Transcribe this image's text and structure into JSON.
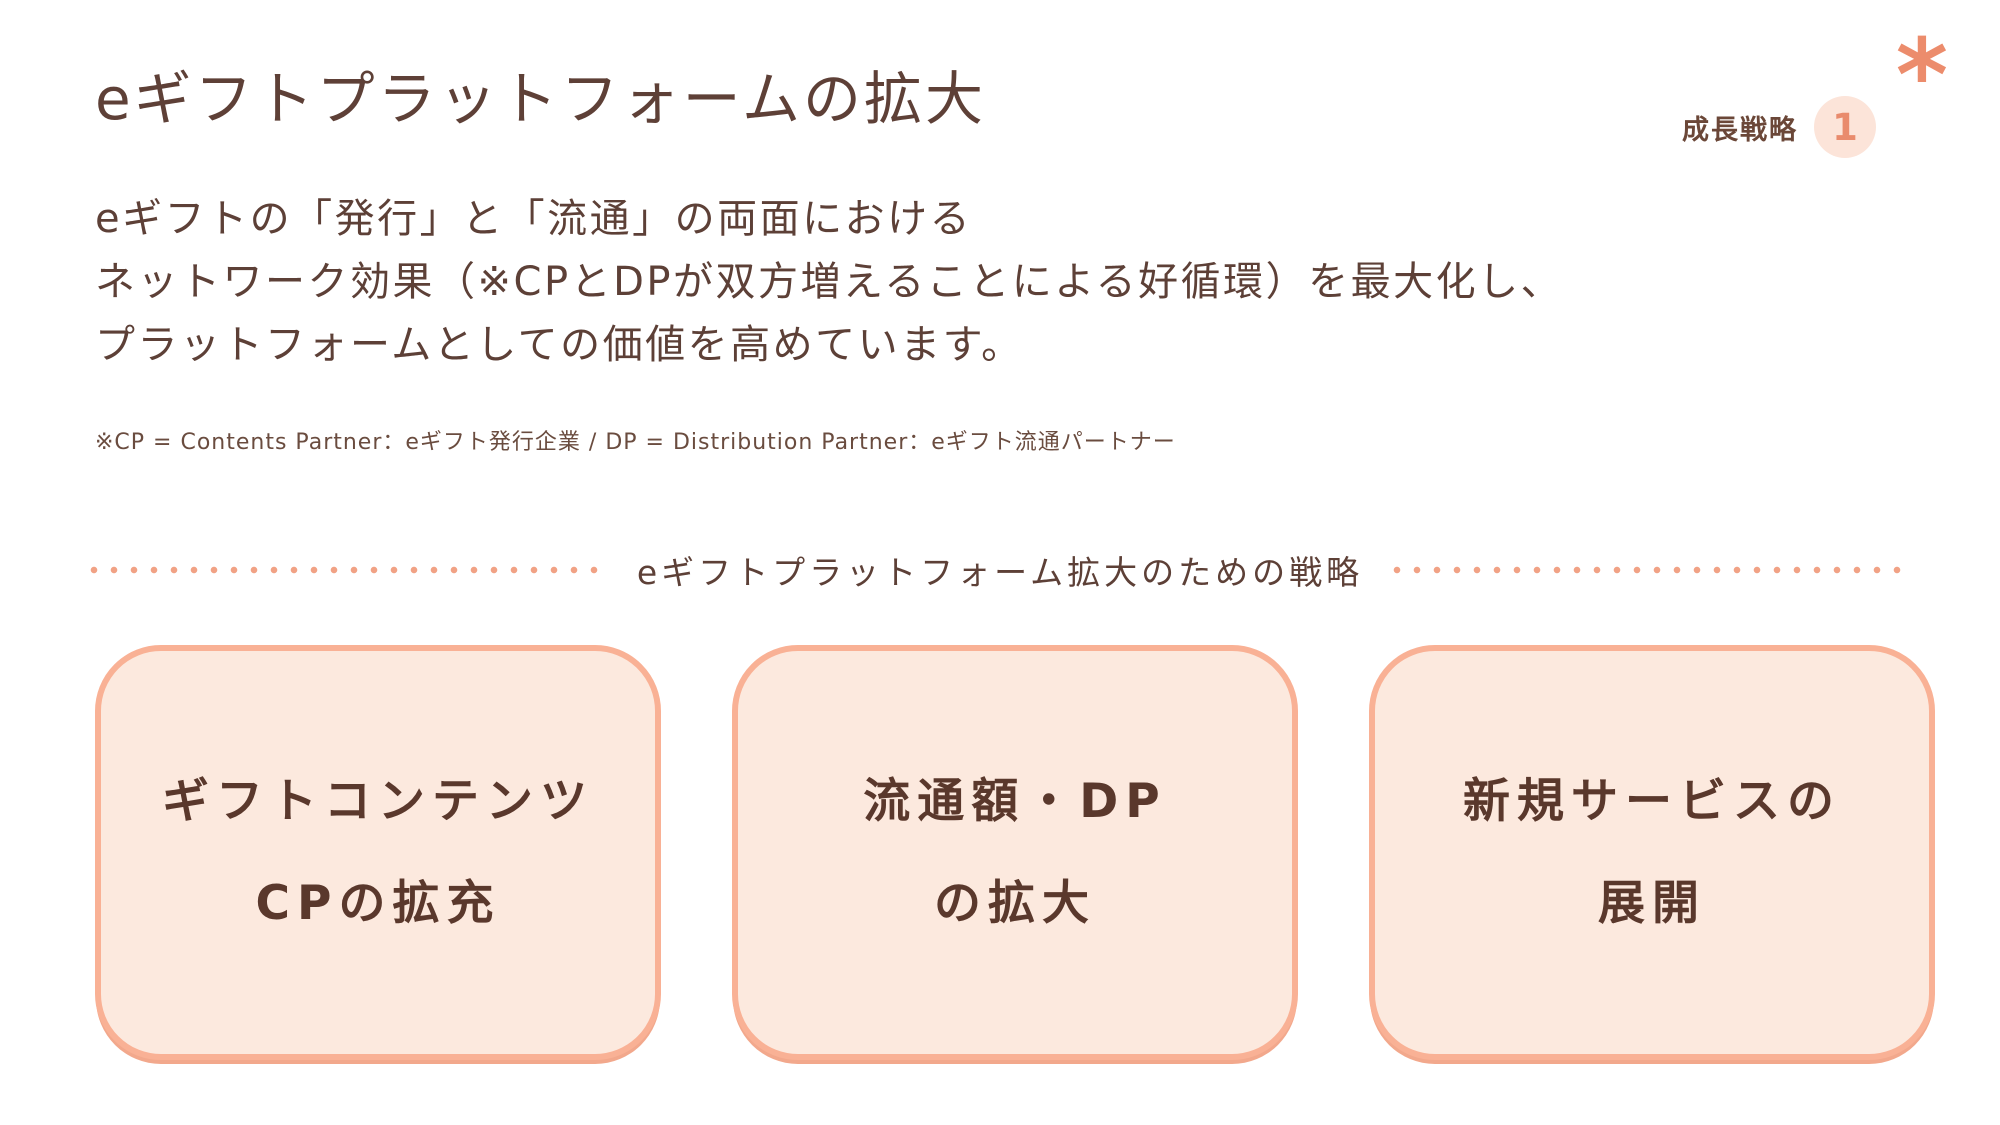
{
  "colors": {
    "heading_brown": "#5e4037",
    "body_brown": "#5d4037",
    "card_text_brown": "#5a382c",
    "accent_salmon": "#ec8c6c",
    "dot_salmon": "#f1a285",
    "card_border": "#f9b195",
    "card_background": "#fce9de",
    "badge_circle_background": "#fce4d9"
  },
  "header": {
    "title": "eギフトプラットフォームの拡大",
    "badge_label": "成長戦略",
    "badge_number": "1",
    "asterisk_icon": "*"
  },
  "lead": {
    "line1": "eギフトの「発行」と「流通」の両面における",
    "line2": "ネットワーク効果（※CPとDPが双方増えることによる好循環）を最大化し、",
    "line3": "プラットフォームとしての価値を高めています。"
  },
  "footnote": "※CP = Contents Partner：eギフト発行企業 / DP = Distribution Partner：eギフト流通パートナー",
  "divider": {
    "label": "eギフトプラットフォーム拡大のための戦略"
  },
  "cards": [
    {
      "line1": "ギフトコンテンツ",
      "line2": "CPの拡充"
    },
    {
      "line1": "流通額・DP",
      "line2": "の拡大"
    },
    {
      "line1": "新規サービスの",
      "line2": "展開"
    }
  ]
}
